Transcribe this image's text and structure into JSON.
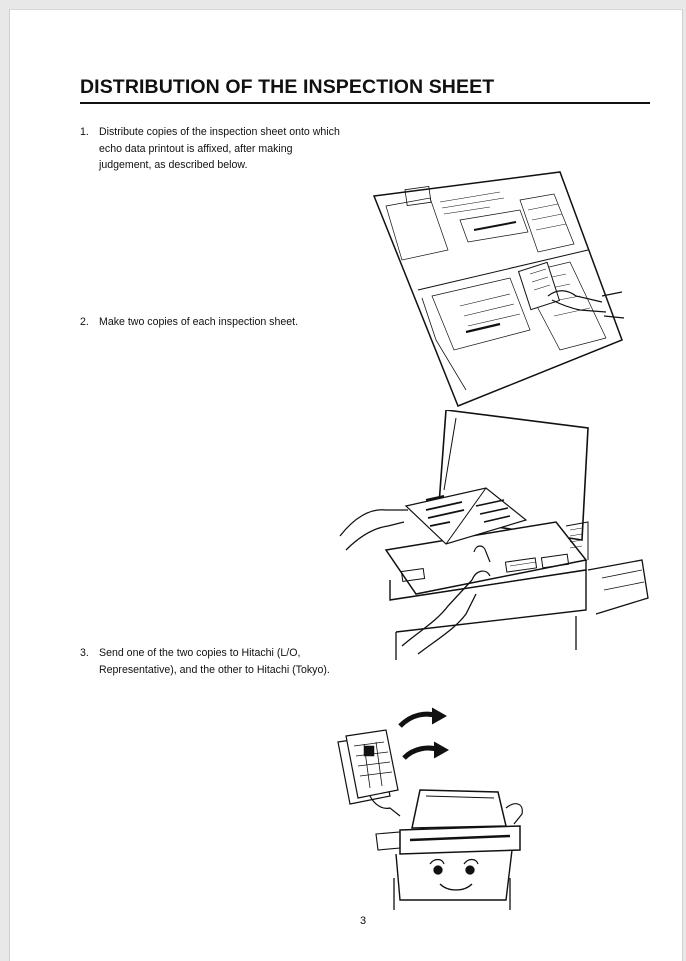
{
  "section_title": "DISTRIBUTION OF THE INSPECTION SHEET",
  "steps": [
    {
      "number": "1.",
      "text": "Distribute copies of the inspection sheet onto which echo data printout is affixed, after making judgement, as described below."
    },
    {
      "number": "2.",
      "text": "Make two copies of each inspection sheet."
    },
    {
      "number": "3.",
      "text": "Send one of the two copies to Hitachi (L/O, Representative), and the other to Hitachi (Tokyo)."
    }
  ],
  "page_number": "3"
}
